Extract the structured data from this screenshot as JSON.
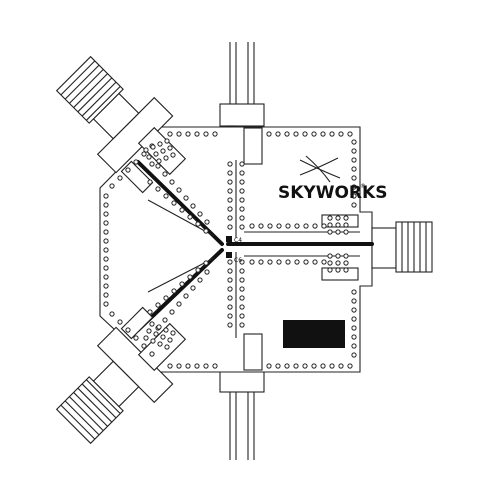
{
  "board": {
    "brand": "SKYWORKS",
    "trademark": "®",
    "refdes": [
      "C4",
      "C6"
    ]
  },
  "colors": {
    "outline": "#222222",
    "trace": "#111111",
    "label_pad": "#111111",
    "background": "#ffffff"
  },
  "icons": [
    "skyworks-swoosh-logo",
    "sma-connector",
    "via",
    "pad"
  ]
}
